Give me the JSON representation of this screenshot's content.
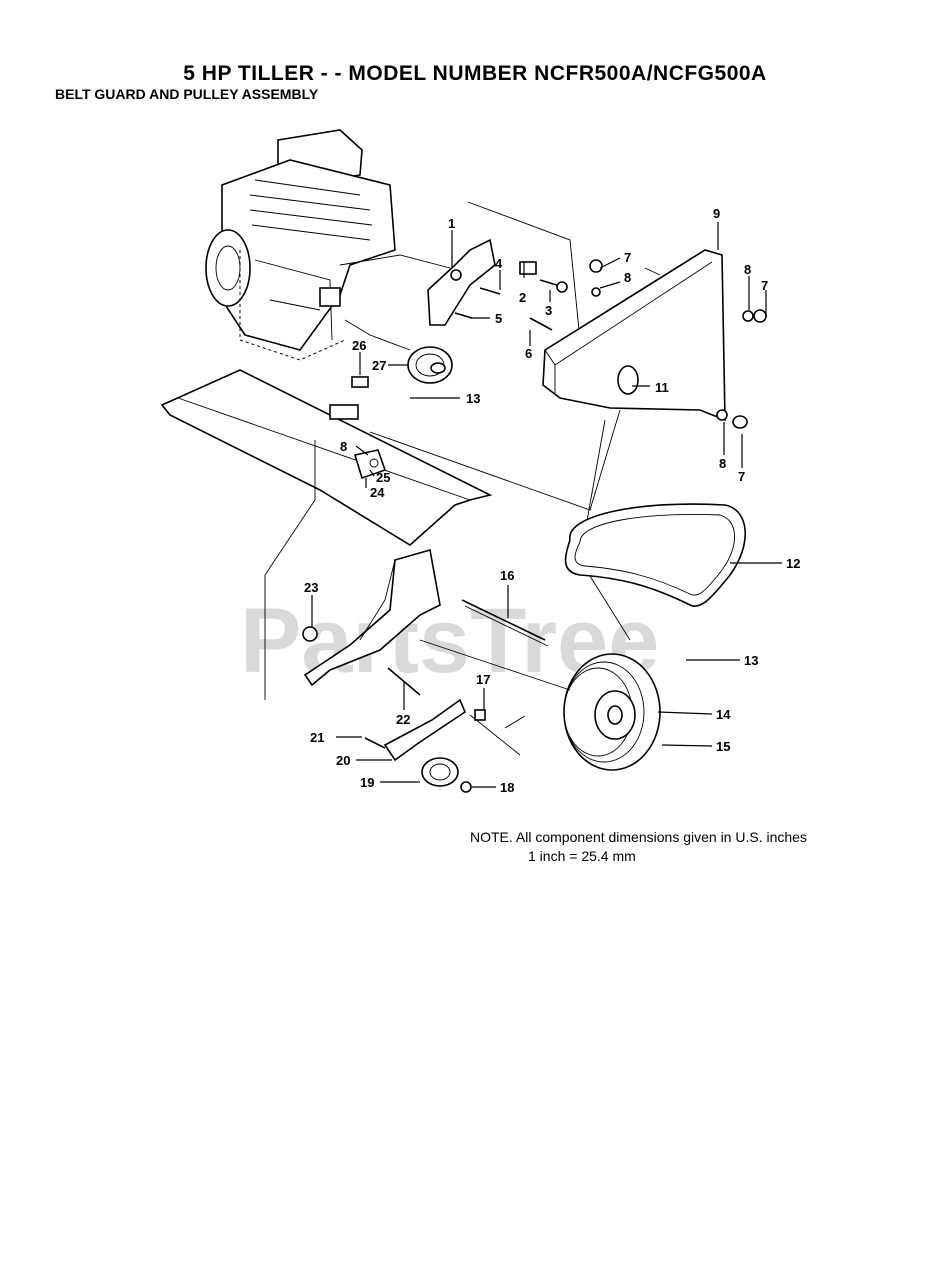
{
  "header": {
    "title": "5 HP TILLER - - MODEL NUMBER NCFR500A/NCFG500A",
    "subtitle": "BELT GUARD AND PULLEY ASSEMBLY"
  },
  "watermark": "PartsTree",
  "note": {
    "line1": "NOTE.  All component dimensions given in U.S. inches",
    "line2": "1 inch = 25.4 mm"
  },
  "callouts": {
    "c1": "1",
    "c2": "2",
    "c3": "3",
    "c4": "4",
    "c5": "5",
    "c6": "6",
    "c7a": "7",
    "c7b": "7",
    "c7c": "7",
    "c8a": "8",
    "c8b": "8",
    "c8c": "8",
    "c8d": "8",
    "c9": "9",
    "c11": "11",
    "c12": "12",
    "c13a": "13",
    "c13b": "13",
    "c14": "14",
    "c15": "15",
    "c16": "16",
    "c17": "17",
    "c18": "18",
    "c19": "19",
    "c20": "20",
    "c21": "21",
    "c22": "22",
    "c23": "23",
    "c24": "24",
    "c25": "25",
    "c26": "26",
    "c27": "27"
  }
}
